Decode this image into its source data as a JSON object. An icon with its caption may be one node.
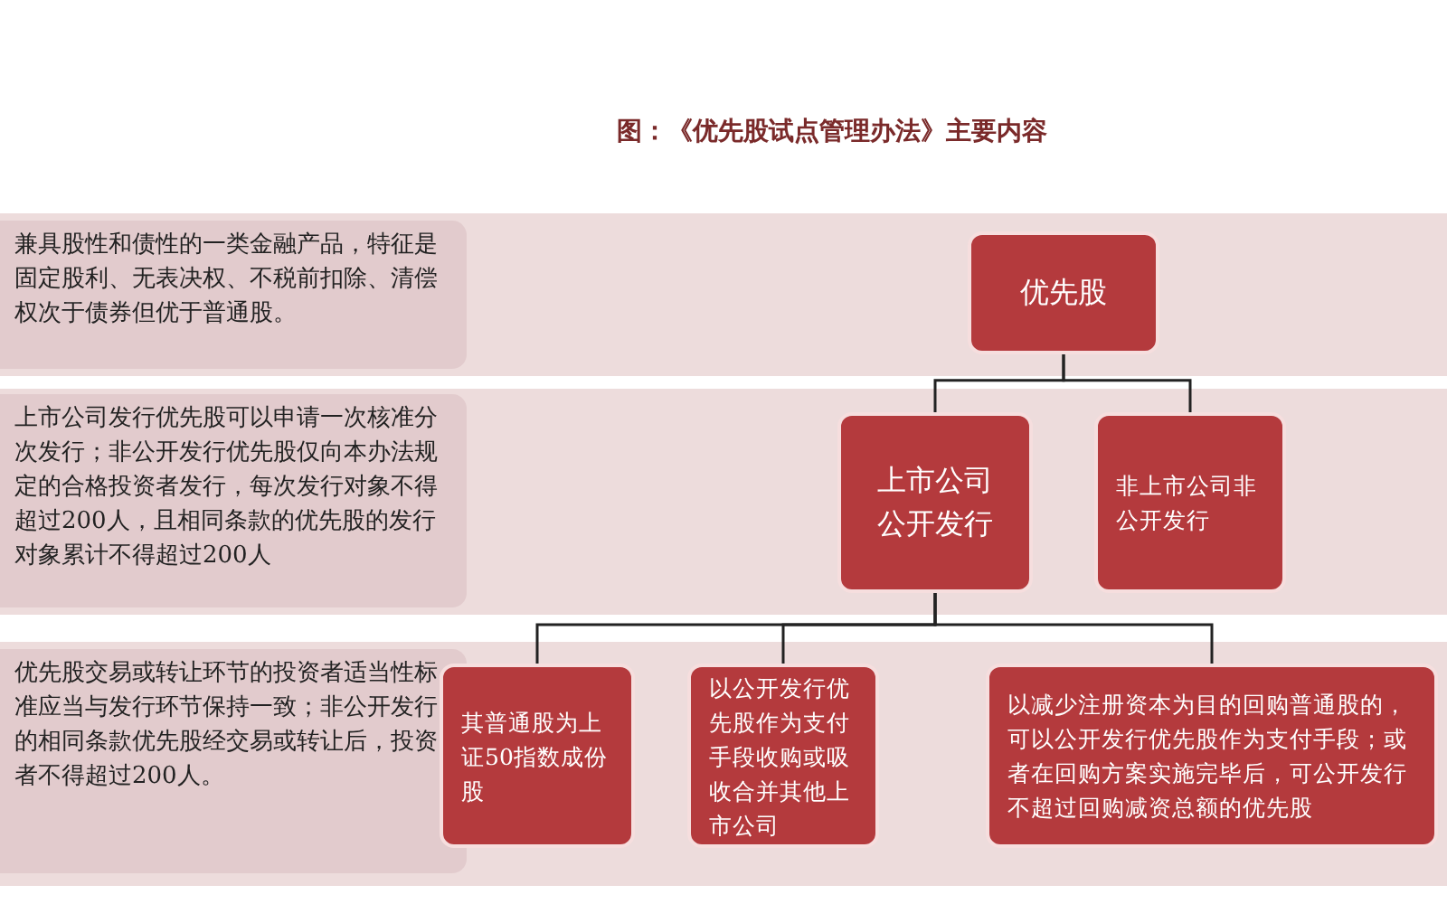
{
  "diagram": {
    "title": "图：《优先股试点管理办法》主要内容",
    "nodes": [
      {
        "text": [
          "兼具股性和债性的一类金融产品，特征是固定股利、无表决权、不税前扣除、清偿权次于债券但优于普通股。"
        ]
      },
      {
        "text": [
          "优先股"
        ],
        "in": 0
      },
      {
        "text": [
          "上市公司发行优先股可以申请一次核准分次发行；非公开发行优先股仅向本办法规定的合格投资者发行，每次发行对象不得超过200人，且相同条款的优先股的发行对象累计不得超过200人"
        ]
      },
      {
        "text": [
          "上市公司公开发行"
        ],
        "in": 2
      },
      {
        "text": [
          "非上市公司非公开发行"
        ],
        "in": 2
      },
      {
        "text": [
          "优先股交易或转让环节的投资者适当性标准应当与发行环节保持一致；非公开发行的相同条款优先股经交易或转让后，投资者不得超过200人。"
        ]
      },
      {
        "text": [
          "其普通股为上证50指数成份股"
        ],
        "in": 5
      },
      {
        "text": [
          "以公开发行优先股作为支付手段收购或吸收合并其他上市公司"
        ],
        "in": 5
      },
      {
        "text": [
          "以减少注册资本为目的回购普通股的，可以公开发行优先股作为支付手段；或者在回购方案实施完毕后，可公开发行不超过回购减资总额的优先股"
        ],
        "in": 5
      }
    ],
    "edges": [
      {
        "from": 1,
        "to": 3,
        "arrow": "none"
      },
      {
        "from": 1,
        "to": 4,
        "arrow": "none"
      },
      {
        "from": 3,
        "to": 6,
        "arrow": "none"
      },
      {
        "from": 3,
        "to": 7,
        "arrow": "none"
      },
      {
        "from": 3,
        "to": 8,
        "arrow": "none"
      }
    ]
  }
}
